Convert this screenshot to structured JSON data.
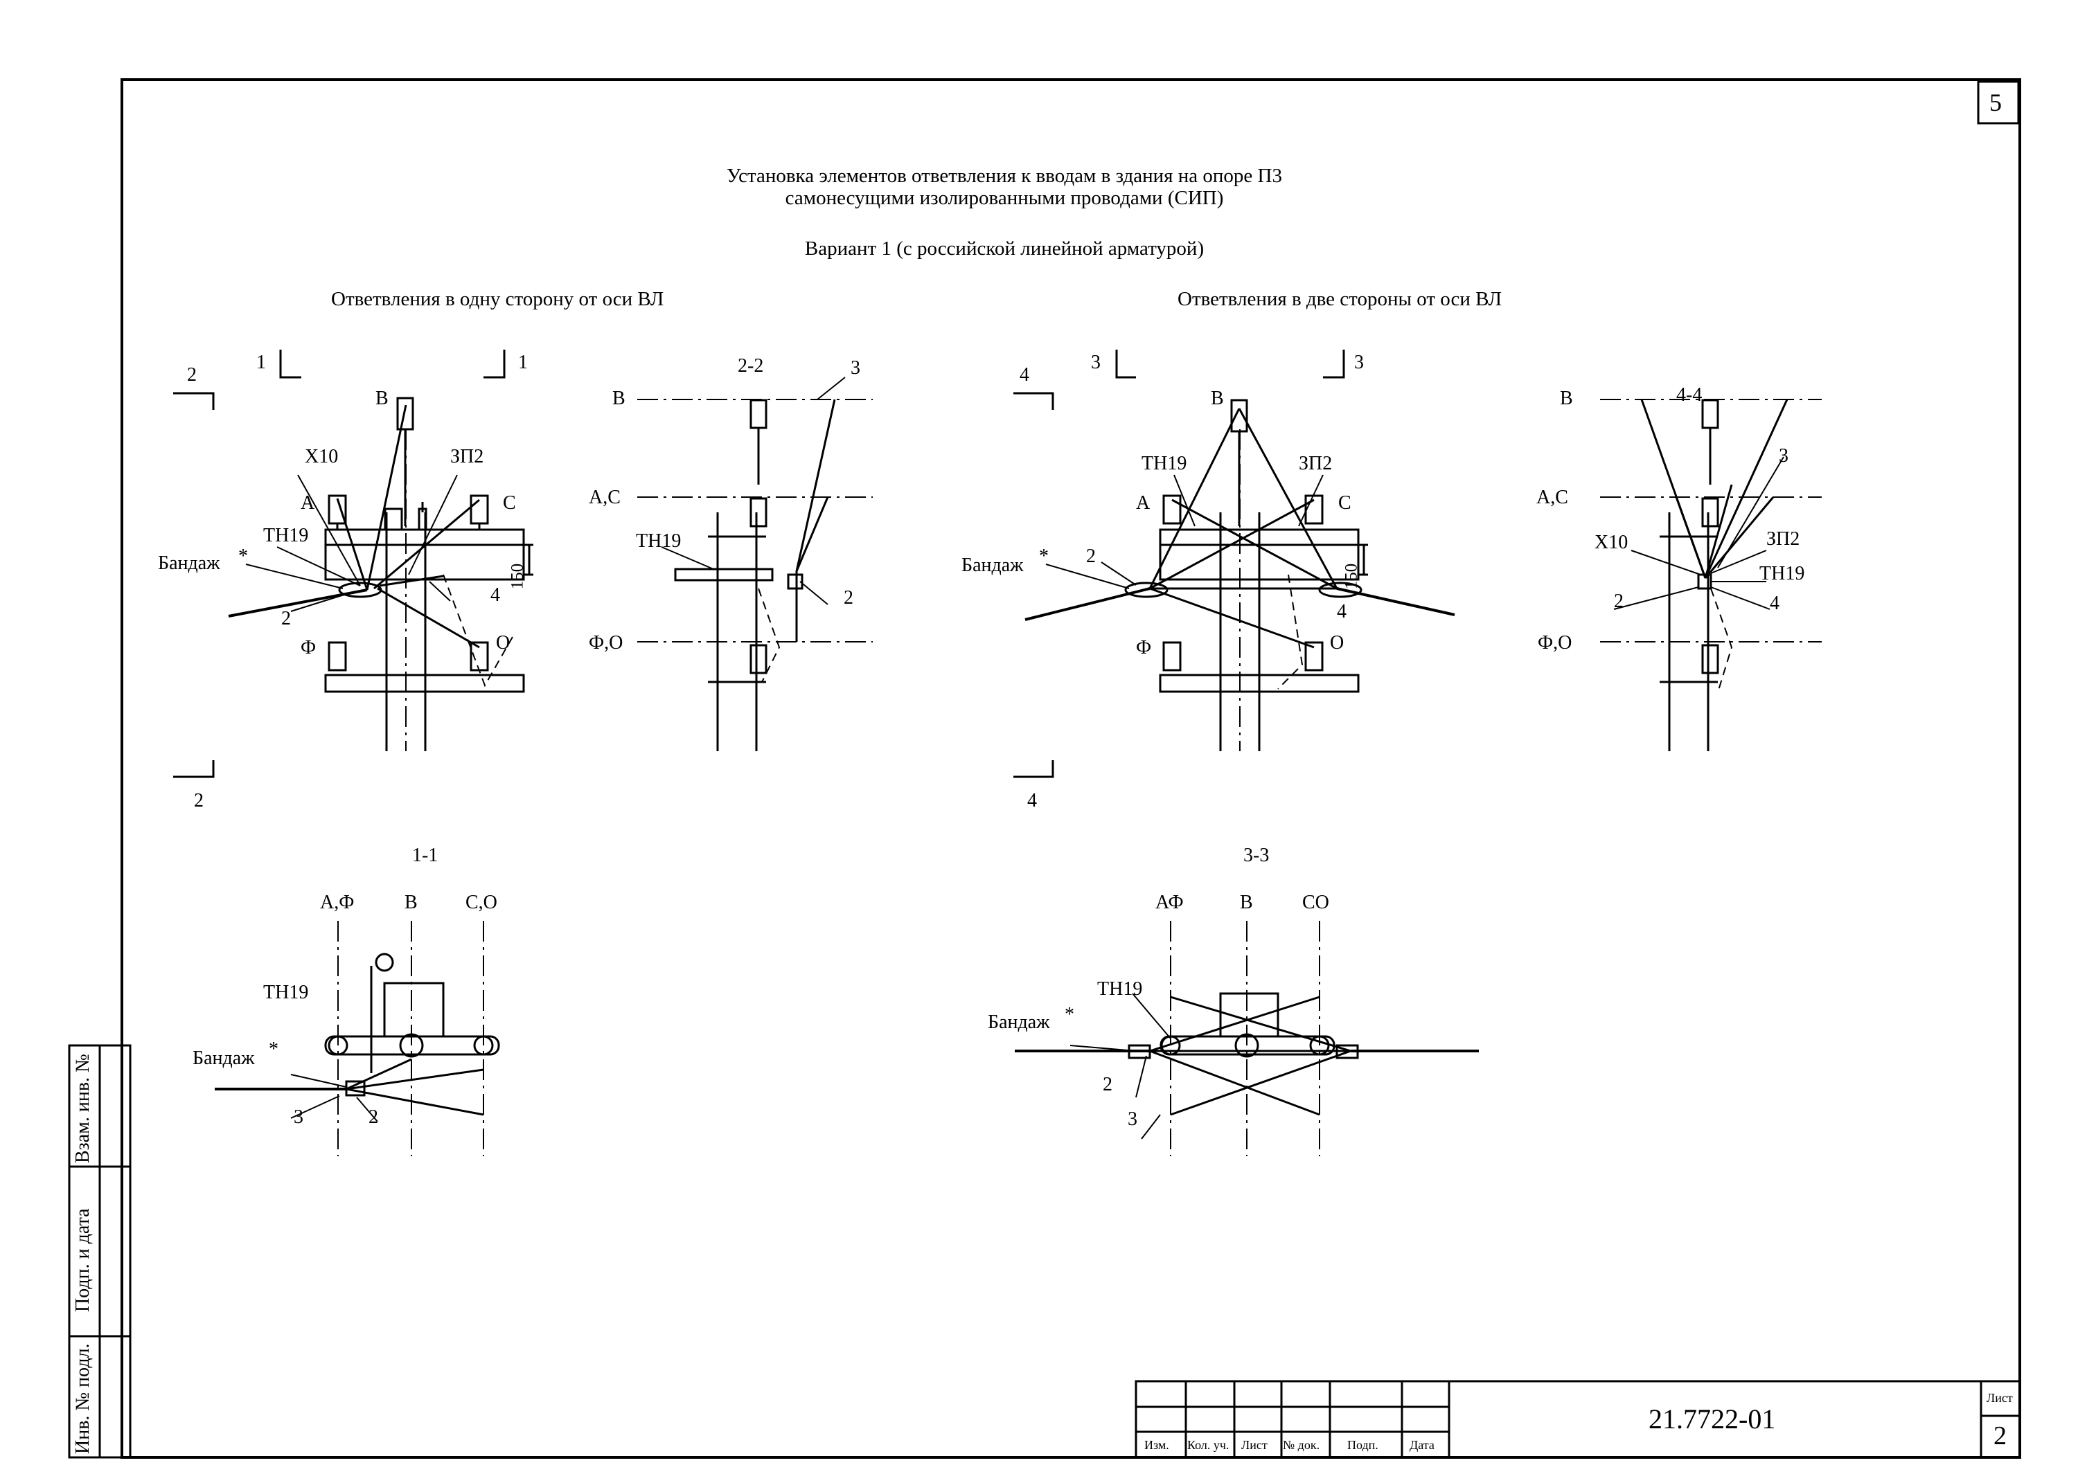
{
  "sheet_number": "5",
  "title_line1": "Установка элементов ответвления к вводам в здания на опоре П3",
  "title_line2": "самонесущими изолированными проводами (СИП)",
  "variant": "Вариант 1 (с российской линейной арматурой)",
  "subtitle_left": "Ответвления в одну сторону от оси ВЛ",
  "subtitle_right": "Ответвления в две стороны от оси ВЛ",
  "view1": {
    "sec_2_top": "2",
    "sec_2_bottom": "2",
    "sec_1_left": "1",
    "sec_1_right": "1",
    "B": "В",
    "X10": "Х10",
    "ZP2": "ЗП2",
    "A": "А",
    "C": "С",
    "TH19": "ТН19",
    "bandage": "Бандаж",
    "star": "*",
    "dim150": "150",
    "n4": "4",
    "n2": "2",
    "F": "Ф",
    "O": "О"
  },
  "view22": {
    "title": "2-2",
    "B": "В",
    "AC": "А,С",
    "TH19": "ТН19",
    "FO": "Ф,О",
    "n3": "3",
    "n2": "2"
  },
  "view3": {
    "sec_4_top": "4",
    "sec_4_bottom": "4",
    "sec_3_left": "3",
    "sec_3_right": "3",
    "B": "В",
    "TH19": "ТН19",
    "ZP2": "ЗП2",
    "A": "А",
    "C": "С",
    "bandage": "Бандаж",
    "star": "*",
    "n2": "2",
    "dim150": "150",
    "n4": "4",
    "F": "Ф",
    "O": "О"
  },
  "view44": {
    "title": "4-4",
    "B": "В",
    "AC": "А,С",
    "X10": "Х10",
    "ZP2": "ЗП2",
    "TH19": "ТН19",
    "n3": "3",
    "n2": "2",
    "n4": "4",
    "FO": "Ф,О"
  },
  "view11": {
    "title": "1-1",
    "AF": "А,Ф",
    "B": "В",
    "CO": "С,О",
    "TH19": "ТН19",
    "bandage": "Бандаж",
    "star": "*",
    "n3": "3",
    "n2": "2"
  },
  "view33": {
    "title": "3-3",
    "AF": "АФ",
    "B": "В",
    "CO": "СО",
    "TH19": "ТН19",
    "bandage": "Бандаж",
    "star": "*",
    "n2": "2",
    "n3": "3"
  },
  "side_stamp": {
    "inv_podl": "Инв. № подл.",
    "podp_data": "Подп. и дата",
    "vzam_inv": "Взам. инв. №"
  },
  "title_block": {
    "izm": "Изм.",
    "kol_uch": "Кол. уч.",
    "list": "Лист",
    "n_dok": "№ док.",
    "podp": "Подп.",
    "data": "Дата",
    "doc_code": "21.7722-01",
    "sheet_label": "Лист",
    "sheet_value": "2"
  }
}
